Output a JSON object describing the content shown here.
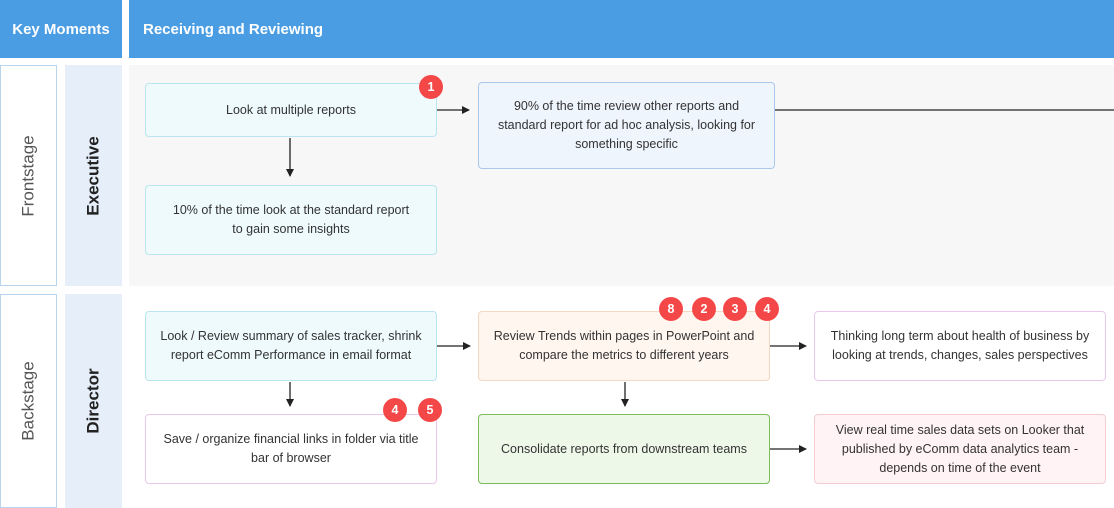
{
  "header": {
    "key_moments": "Key Moments",
    "stage_title": "Receiving and Reviewing"
  },
  "stages": {
    "frontstage": "Frontstage",
    "backstage": "Backstage"
  },
  "roles": {
    "executive": "Executive",
    "director": "Director"
  },
  "cards": {
    "look_multiple": "Look at multiple reports",
    "ninety_pct": "90% of the time review other reports and standard report for ad hoc analysis, looking for something specific",
    "ten_pct": "10% of the time look at the standard report to gain some insights",
    "look_review": "Look / Review summary of sales tracker, shrink report eComm Performance in email format",
    "review_trends": "Review Trends within pages in PowerPoint and compare the metrics to different years",
    "thinking_long": "Thinking long term about health of business by looking at trends, changes, sales perspectives",
    "save_organize": "Save / organize financial links in folder via title bar of browser",
    "consolidate": "Consolidate reports from downstream teams",
    "view_realtime": "View real time sales data sets on Looker that published by eComm data analytics team - depends on time of the event"
  },
  "badges": {
    "b1": "1",
    "b8": "8",
    "b2": "2",
    "b3": "3",
    "b4a": "4",
    "b4b": "4",
    "b5": "5"
  },
  "colors": {
    "header_blue": "#4a9de3",
    "badge_red": "#f44848",
    "arrow": "#222222"
  }
}
